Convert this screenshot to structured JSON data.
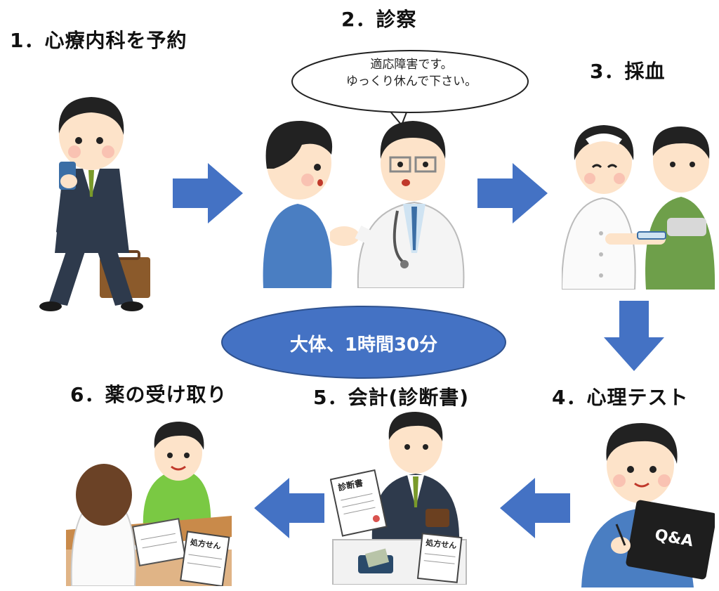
{
  "steps": {
    "s1": "1．心療内科を予約",
    "s2": "2．診察",
    "s3": "3．採血",
    "s4": "4．心理テスト",
    "s5": "5．会計(診断書)",
    "s6": "6．薬の受け取り"
  },
  "speech": {
    "line1": "適応障害です。",
    "line2": "ゆっくり休んで下さい。"
  },
  "duration": "大体、1時間30分",
  "props": {
    "qa": "Q&A",
    "certificate": "診断書",
    "prescription_a": "処方せん",
    "prescription_b": "処方せん"
  },
  "colors": {
    "arrow": "#4472c4",
    "oval": "#4472c4",
    "suit": "#2e3a4c",
    "skin": "#fde3c9",
    "hair": "#222222"
  }
}
